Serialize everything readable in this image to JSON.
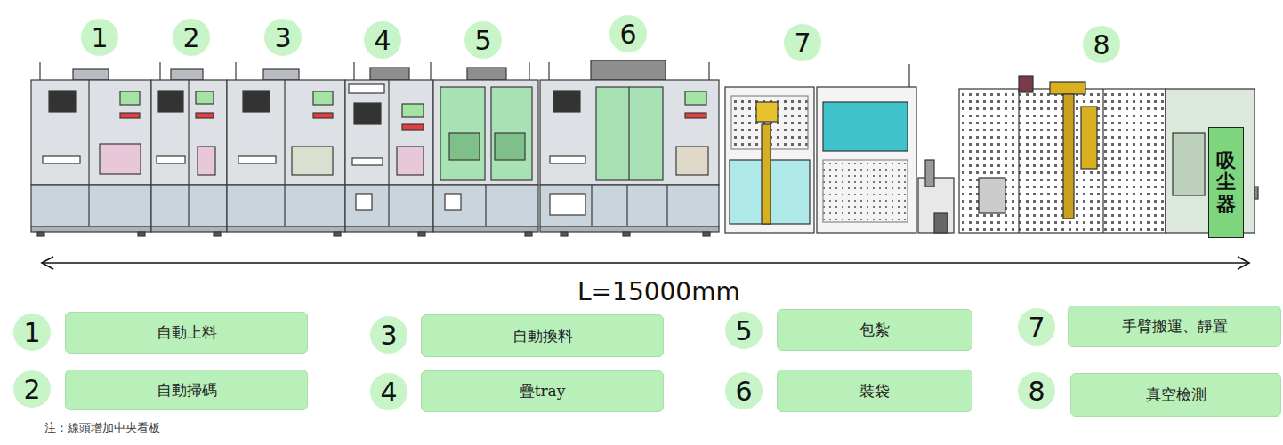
{
  "diagram": {
    "nodes": [
      {
        "text": [
          "1"
        ]
      },
      {
        "text": [
          "2"
        ]
      },
      {
        "text": [
          "3"
        ]
      },
      {
        "text": [
          "4"
        ]
      },
      {
        "text": [
          "5"
        ]
      },
      {
        "text": [
          "6"
        ]
      },
      {
        "text": [
          "7"
        ]
      },
      {
        "text": [
          "8"
        ]
      },
      {
        "text": [
          "吸尘器"
        ]
      },
      {
        "text": [
          "1"
        ]
      },
      {
        "text": [
          "自動上料"
        ]
      },
      {
        "text": [
          "3"
        ]
      },
      {
        "text": [
          "自動換料"
        ]
      },
      {
        "text": [
          "5"
        ]
      },
      {
        "text": [
          "包紮"
        ]
      },
      {
        "text": [
          "7"
        ]
      },
      {
        "text": [
          "手臂搬運、靜置"
        ]
      },
      {
        "text": [
          "2"
        ]
      },
      {
        "text": [
          "自動掃碼"
        ]
      },
      {
        "text": [
          "4"
        ]
      },
      {
        "text": [
          "疊tray"
        ]
      },
      {
        "text": [
          "6"
        ]
      },
      {
        "text": [
          "裝袋"
        ]
      },
      {
        "text": [
          "8"
        ]
      },
      {
        "text": [
          "真空檢測"
        ]
      }
    ],
    "labels": [
      "L=15000mm",
      "注：線頭增加中央看板"
    ]
  }
}
